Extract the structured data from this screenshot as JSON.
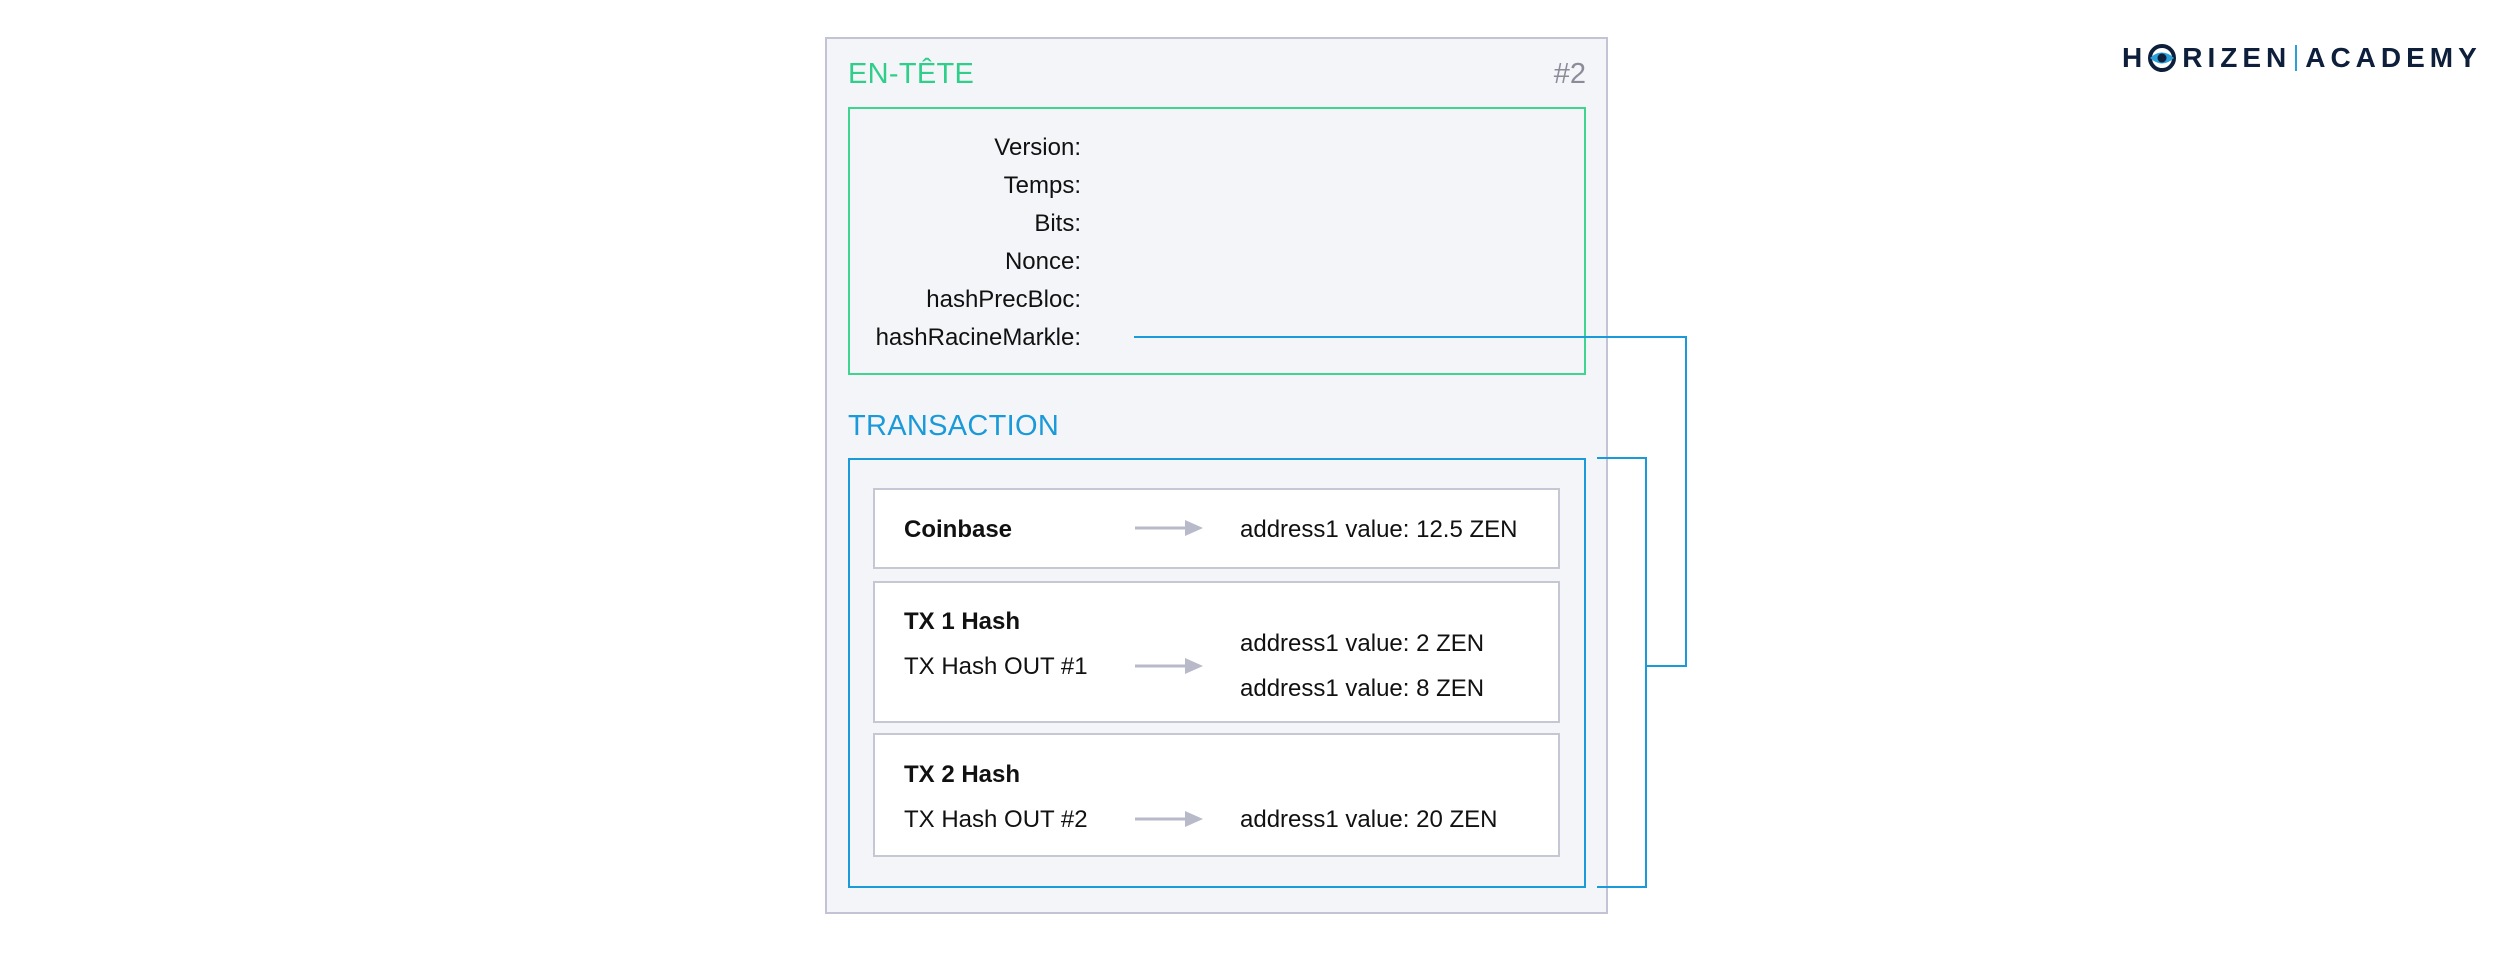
{
  "block": {
    "header_title": "EN-TÊTE",
    "number": "#2",
    "fields": [
      "Version:",
      "Temps:",
      "Bits:",
      "Nonce:",
      "hashPrecBloc:",
      "hashRacineMarkle:"
    ],
    "transaction_title": "TRANSACTION"
  },
  "transactions": {
    "coinbase": {
      "label": "Coinbase",
      "outputs": [
        "address1 value: 12.5 ZEN"
      ]
    },
    "tx1": {
      "title": "TX 1 Hash",
      "input": "TX Hash OUT #1",
      "outputs": [
        "address1 value: 2 ZEN",
        "address1 value: 8 ZEN"
      ]
    },
    "tx2": {
      "title": "TX 2 Hash",
      "input": "TX Hash OUT #2",
      "outputs": [
        "address1 value: 20 ZEN"
      ]
    }
  },
  "logo": {
    "brand": "HORIZEN",
    "suffix": "ACADEMY"
  },
  "colors": {
    "header_accent": "#2fce8a",
    "transaction_accent": "#1a9ad9",
    "block_background": "#f4f5f8",
    "arrow": "#b8b9c9",
    "logo_text": "#0e1f3b"
  },
  "icons": {
    "arrow": "right-arrow-icon",
    "logo_mark": "horizen-eye-icon"
  }
}
